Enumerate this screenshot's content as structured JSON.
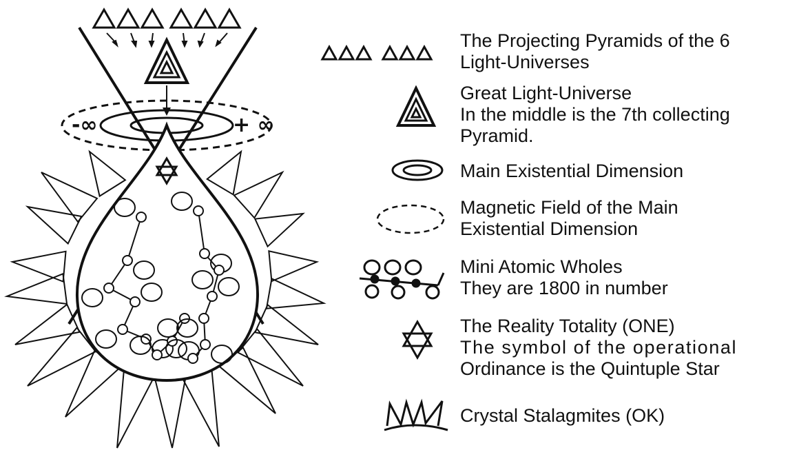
{
  "diagram": {
    "infinity_left": "-∞",
    "infinity_right": "+ ∞"
  },
  "legend": [
    {
      "icon": "six-triangles-icon",
      "lines": [
        "The Projecting Pyramids of the 6",
        "Light-Universes"
      ]
    },
    {
      "icon": "nested-triangle-icon",
      "lines": [
        "Great Light-Universe",
        "In the middle is the 7th collecting",
        "Pyramid."
      ]
    },
    {
      "icon": "double-ellipse-icon",
      "lines": [
        "Main Existential Dimension"
      ]
    },
    {
      "icon": "dashed-ellipse-icon",
      "lines": [
        "Magnetic Field of the Main",
        "Existential Dimension"
      ]
    },
    {
      "icon": "atomic-chain-icon",
      "lines": [
        "Mini Atomic Wholes",
        "They are 1800 in number"
      ]
    },
    {
      "icon": "hexagram-icon",
      "lines": [
        "The Reality Totality (ONE)",
        "The symbol of the operational",
        "Ordinance is the Quintuple Star"
      ]
    },
    {
      "icon": "crystal-stalagmites-icon",
      "lines": [
        "Crystal Stalagmites (OK)"
      ]
    }
  ]
}
